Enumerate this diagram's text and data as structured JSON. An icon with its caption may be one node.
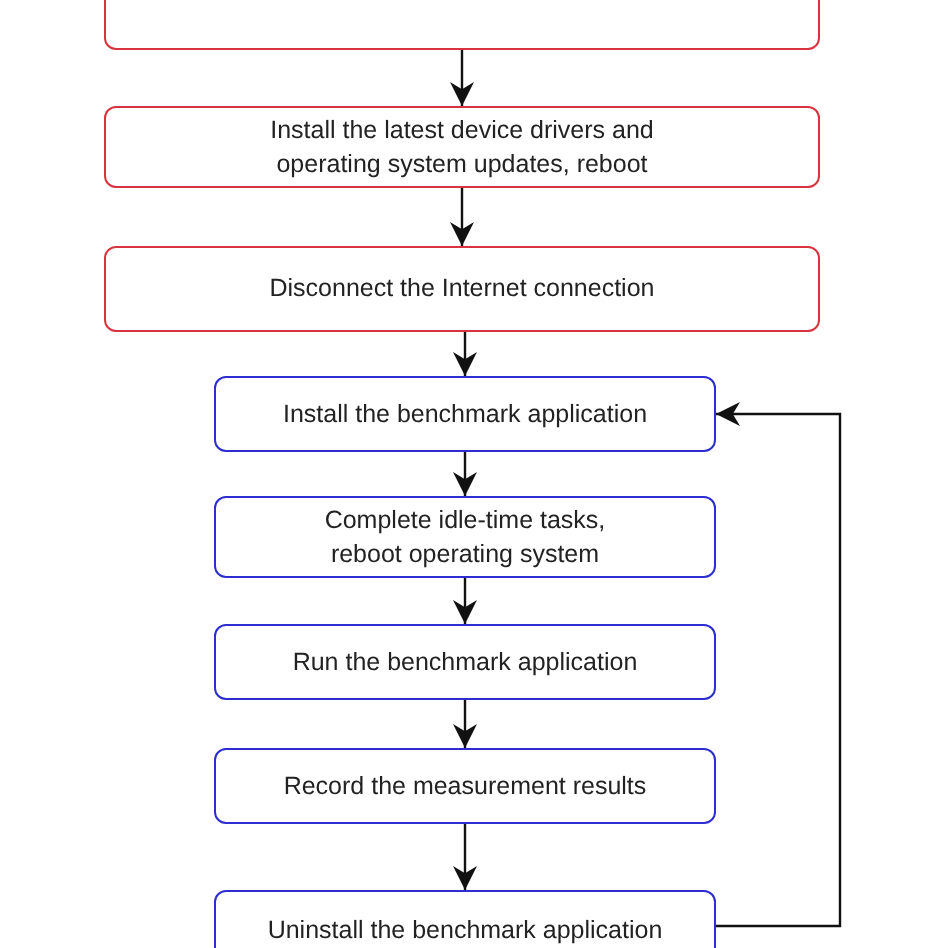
{
  "diagram": {
    "nodes": [
      {
        "text": [],
        "shape": "box"
      },
      {
        "text": [
          "Install the latest device drivers and operating system updates, reboot"
        ]
      },
      {
        "text": [
          "Disconnect the Internet connection"
        ]
      },
      {
        "text": [
          "Install the benchmark application"
        ]
      },
      {
        "text": [
          "Complete idle-time tasks, reboot operating system"
        ]
      },
      {
        "text": [
          "Run the benchmark application"
        ]
      },
      {
        "text": [
          "Record the measurement results"
        ]
      },
      {
        "text": [
          "Uninstall the benchmark application"
        ]
      }
    ],
    "edges": [
      {
        "from": 0,
        "to": 1,
        "arrow": "to"
      },
      {
        "from": 1,
        "to": 2,
        "arrow": "to"
      },
      {
        "from": 2,
        "to": 3,
        "arrow": "to"
      },
      {
        "from": 3,
        "to": 4,
        "arrow": "to"
      },
      {
        "from": 4,
        "to": 5,
        "arrow": "to"
      },
      {
        "from": 5,
        "to": 6,
        "arrow": "to"
      },
      {
        "from": 6,
        "to": 7,
        "arrow": "to"
      },
      {
        "from": 7,
        "to": 3,
        "arrow": "to"
      }
    ]
  }
}
